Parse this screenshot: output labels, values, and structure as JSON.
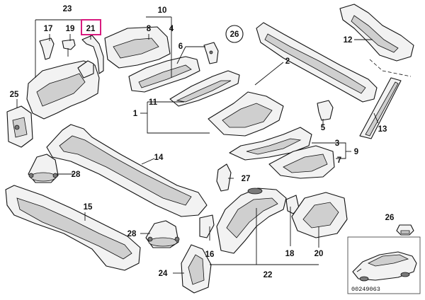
{
  "diagram": {
    "callouts": {
      "c1": "1",
      "c2": "2",
      "c3": "3",
      "c4": "4",
      "c5": "5",
      "c6": "6",
      "c7": "7",
      "c8": "8",
      "c9": "9",
      "c10": "10",
      "c11": "11",
      "c12": "12",
      "c13": "13",
      "c14": "14",
      "c15": "15",
      "c16": "16",
      "c17": "17",
      "c18": "18",
      "c19": "19",
      "c20": "20",
      "c21": "21",
      "c22": "22",
      "c23": "23",
      "c24": "24",
      "c25": "25",
      "c26": "26",
      "c27": "27",
      "c28a": "28",
      "c28b": "28"
    },
    "circled_callout": "26",
    "inset_part_callout": "26",
    "highlighted_callout": "21",
    "highlight_color": "#d81b7f",
    "drawing_code": "00249063"
  }
}
